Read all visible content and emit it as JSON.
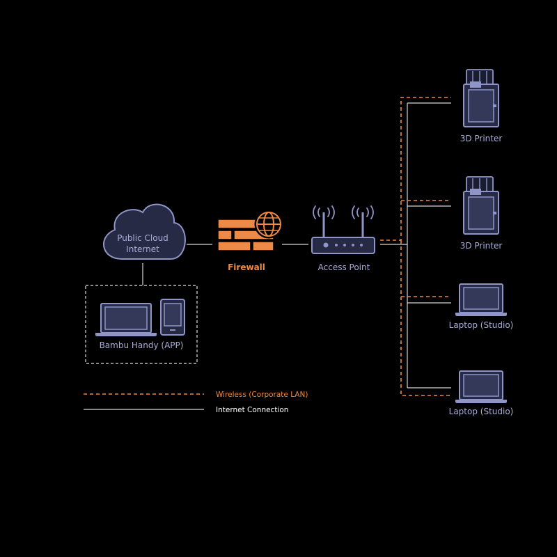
{
  "nodes": {
    "cloud": {
      "line1": "Public Cloud",
      "line2": "Internet"
    },
    "firewall": {
      "label": "Firewall"
    },
    "access_point": {
      "label": "Access Point"
    },
    "app_group": {
      "label": "Bambu Handy (APP)"
    },
    "devices": [
      {
        "label": "3D Printer",
        "kind": "printer-icon"
      },
      {
        "label": "3D Printer",
        "kind": "printer-icon"
      },
      {
        "label": "Laptop (Studio)",
        "kind": "laptop-icon"
      },
      {
        "label": "Laptop (Studio)",
        "kind": "laptop-icon"
      }
    ]
  },
  "legend": {
    "wireless": {
      "label": "Wireless (Corporate LAN)",
      "color": "#ee8a45"
    },
    "internet": {
      "label": "Internet Connection",
      "color": "#ffffff"
    }
  },
  "colors": {
    "background": "#000000",
    "device_outline": "#8f95c6",
    "device_fill": "#262a44",
    "firewall": "#ee8a45",
    "wired": "#d8d8d8",
    "wireless": "#ee8a45"
  }
}
